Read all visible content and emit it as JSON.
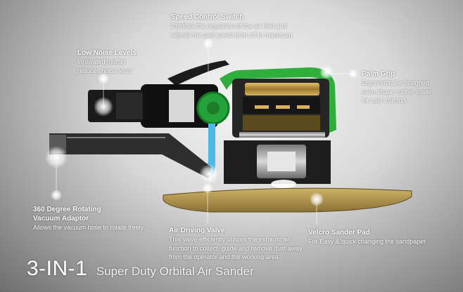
{
  "callouts": {
    "speed_control": {
      "title": "Speed Control Switch",
      "desc": "Controls the regulation of the air inlet and\nadjusts the pad speed from off to maximum"
    },
    "low_noise": {
      "title": "Low Noise Levels",
      "desc": "Innovated muffler\nreduces noise level"
    },
    "palm_grip": {
      "title": "Palm Grip",
      "desc": "Ergonomically designed\npalm shape rubber cover\nfor user comfort"
    },
    "vacuum_adaptor": {
      "title": "360 Degree Rotating\nVacuum Adaptor",
      "desc": "Allows the vacuum hose to rotate freely"
    },
    "air_valve": {
      "title": "Air Driving Valve",
      "desc": "This valve efficiently utilizes the exhaust air\nfunction to collect, guide and remove dust away\nfrom the operator and the working area"
    },
    "velcro_pad": {
      "title": "Velcro Sander Pad",
      "desc": "For Easy & quick changing the sandpaper"
    }
  },
  "footer": {
    "headline": "3-IN-1",
    "subtitle": "Super Duty Orbital Air Sander"
  },
  "colors": {
    "grip_green": "#2fae3c",
    "pad_gold": "#b89a4a",
    "switch_green": "#25a33a",
    "valve_blue": "#4fb8e8"
  }
}
